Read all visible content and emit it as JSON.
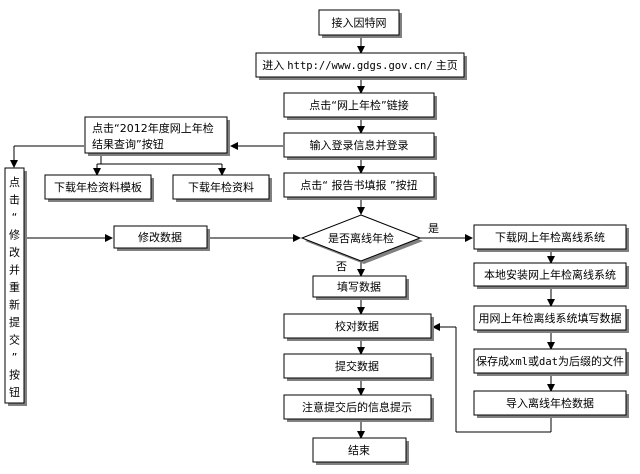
{
  "nodes": {
    "start": "接入因特网",
    "homepage_prefix": "进入",
    "homepage_url": "http://www.gdgs.gov.cn/",
    "homepage_suffix": "主页",
    "click_annual_check": "点击“网上年检”链接",
    "login": "输入登录信息并登录",
    "click_report": "点击“ 报告书填报 ”按扭",
    "query_2012_line1": "点击“2012年度网上年检",
    "query_2012_line2": "结果查询”按钮",
    "download_template": "下载年检资料模板",
    "download_materials": "下载年检资料",
    "decision": "是否离线年检",
    "yes_label": "是",
    "no_label": "否",
    "modify_data": "修改数据",
    "fill_data": "填写数据",
    "verify_data": "校对数据",
    "submit_data": "提交数据",
    "notice_prompt": "注意提交后的信息提示",
    "end": "结束",
    "download_offline_system": "下载网上年检离线系统",
    "install_offline_system": "本地安装网上年检离线系统",
    "fill_with_offline": "用网上年检离线系统填写数据",
    "save_prefix": "保存成",
    "save_xml": "xml",
    "save_or": "或",
    "save_dat": "dat",
    "save_suffix": "为后缀的文件",
    "import_offline_data": "导入离线年检数据",
    "resubmit_vertical": [
      "点",
      "击",
      "“",
      "修",
      "改",
      "并",
      "重",
      "新",
      "提",
      "交",
      "”",
      "按",
      "钮"
    ]
  }
}
